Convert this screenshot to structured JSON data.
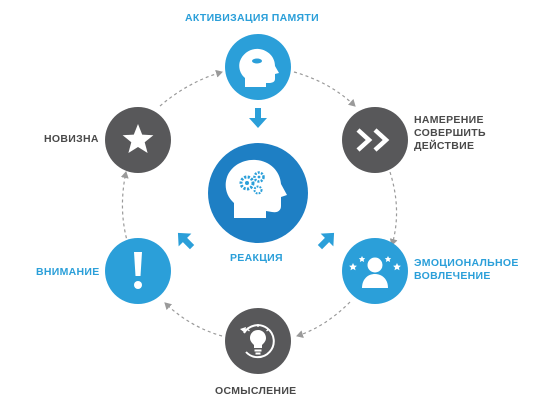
{
  "colors": {
    "blue": "#2b9fd9",
    "center_blue": "#1e7fc4",
    "dark_gray": "#58585a",
    "arrow_gray": "#9a9a9a"
  },
  "center": {
    "label": "РЕАКЦИЯ",
    "icon": "head-gears-icon"
  },
  "nodes": {
    "top": {
      "label": "АКТИВИЗАЦИЯ ПАМЯТИ",
      "icon": "head-memory-icon"
    },
    "top_left": {
      "label": "НОВИЗНА",
      "icon": "star-icon"
    },
    "top_right": {
      "label_lines": [
        "НАМЕРЕНИЕ",
        "СОВЕРШИТЬ",
        "ДЕЙСТВИЕ"
      ],
      "icon": "double-chevron-right-icon"
    },
    "bottom_left": {
      "label": "ВНИМАНИЕ",
      "icon": "exclamation-icon"
    },
    "bottom_right": {
      "label_lines": [
        "ЭМОЦИОНАЛЬНОЕ",
        "ВОВЛЕЧЕНИЕ"
      ],
      "icon": "user-stars-icon"
    },
    "bottom": {
      "label": "ОСМЫСЛЕНИЕ",
      "icon": "lightbulb-refresh-icon"
    }
  }
}
